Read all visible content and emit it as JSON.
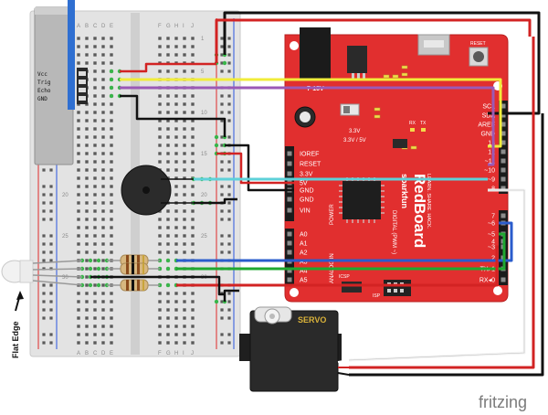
{
  "breadboard": {
    "column_letters_left": [
      "A",
      "B",
      "C",
      "D",
      "E"
    ],
    "column_letters_right": [
      "F",
      "G",
      "H",
      "I",
      "J"
    ],
    "row_numbers": [
      "1",
      "5",
      "10",
      "15",
      "20",
      "25",
      "30"
    ]
  },
  "sensor": {
    "pin_labels": [
      "Vcc",
      "Trig",
      "Echo",
      "GND"
    ]
  },
  "board": {
    "brand": "sparkfun",
    "name": "RedBoard",
    "tagline": "LEARN. SHARE. HACK.",
    "label_reset_btn": "RESET",
    "label_power_jack": "7-15V",
    "label_power_switch": "3.3V / 5V",
    "label_33v_reg": "3.3V",
    "label_power": "POWER",
    "label_digital": "DIGITAL (PWM ~)",
    "label_analog": "ANALOG IN",
    "label_isp": "ISP",
    "label_icsp": "ICSP",
    "label_rx": "RX",
    "label_tx": "TX",
    "power_header_labels": [
      "IOREF",
      "RESET",
      "3.3V",
      "5V",
      "GND",
      "GND",
      "VIN"
    ],
    "analog_header_labels": [
      "A0",
      "A1",
      "A2",
      "A3",
      "A4",
      "A5"
    ],
    "digital_top_labels": [
      "SCL",
      "SDA",
      "AREF",
      "GND",
      "13",
      "12",
      "~11",
      "~10",
      "~9",
      "8"
    ],
    "digital_bottom_labels": [
      "7",
      "~6",
      "~5",
      "4",
      "~3",
      "2",
      "TX▸1",
      "RX◂0"
    ]
  },
  "servo": {
    "label": "SERVO"
  },
  "rgb_led": {
    "caption": "Flat Edge"
  },
  "watermark": {
    "text": "fritzing"
  },
  "colors": {
    "board_red": "#e12f2f",
    "breadboard": "#e3e3e3",
    "wire_yellow": "#f1ec3a",
    "wire_purple": "#9b59b6",
    "wire_cyan": "#5ed1d9",
    "wire_green": "#1fa830",
    "wire_blue": "#2a5ccc",
    "wire_red": "#d22323",
    "wire_black": "#111111",
    "wire_white": "#f4f4f4"
  }
}
